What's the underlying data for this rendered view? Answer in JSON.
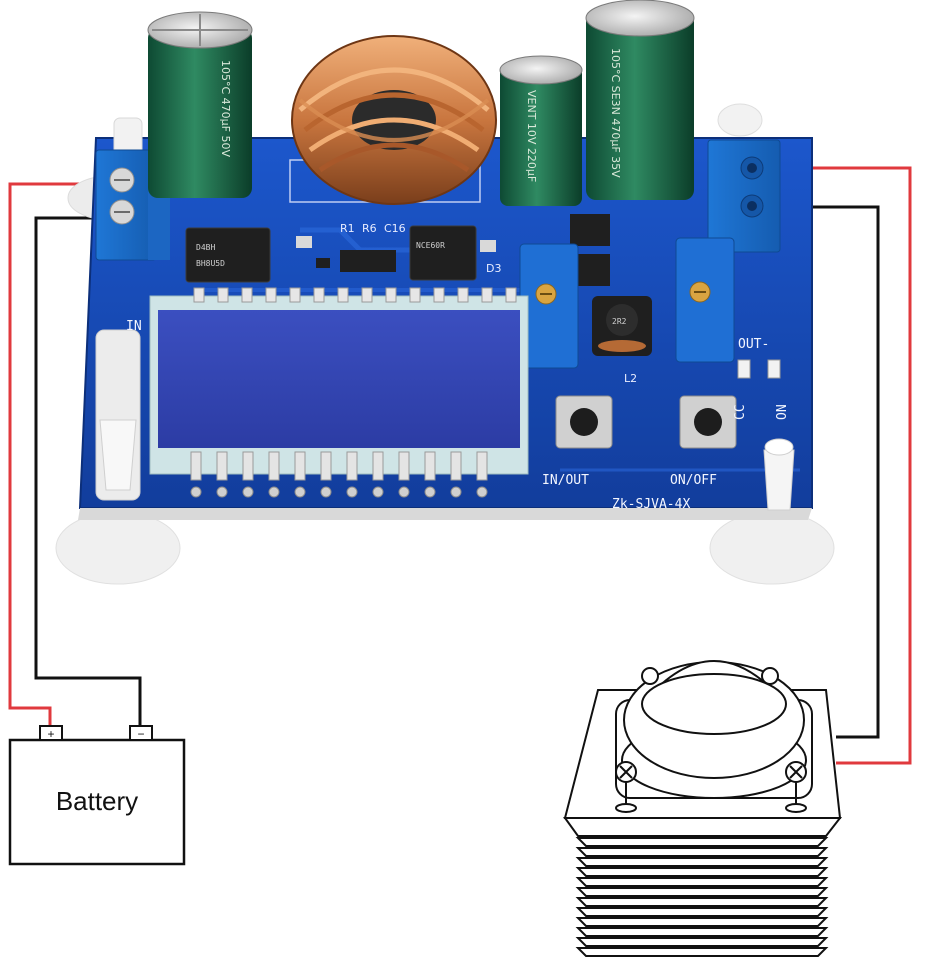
{
  "board": {
    "model_label": "Zk-SJVA-4X",
    "input_label": "IN",
    "button_left_label": "IN/OUT",
    "button_right_label": "ON/OFF",
    "out_label": "OUT-",
    "cc_label": "CC",
    "on_label": "ON",
    "inductor_label": "L2",
    "diode_label": "D3",
    "ref_labels": [
      "R1",
      "R6",
      "C16"
    ],
    "ic_left_marking": "BH8U5D",
    "ic_left_code": "D4BH",
    "ic_mid_marking": "NCE60R",
    "small_inductor_marking": "2R2",
    "cap_left_marking": "105°C 470μF 50V",
    "cap_mid_marking": "VENT 10V 220μF",
    "cap_right_marking": "105°C SE3N 470μF 35V"
  },
  "diagram": {
    "battery_label": "Battery",
    "battery_plus": "+",
    "battery_minus": "−",
    "wire_positive_color": "#e0393e",
    "wire_negative_color": "#111111",
    "pcb_color": "#1a4fbf",
    "load_icon": "led-lamp-with-heatsink-icon"
  }
}
